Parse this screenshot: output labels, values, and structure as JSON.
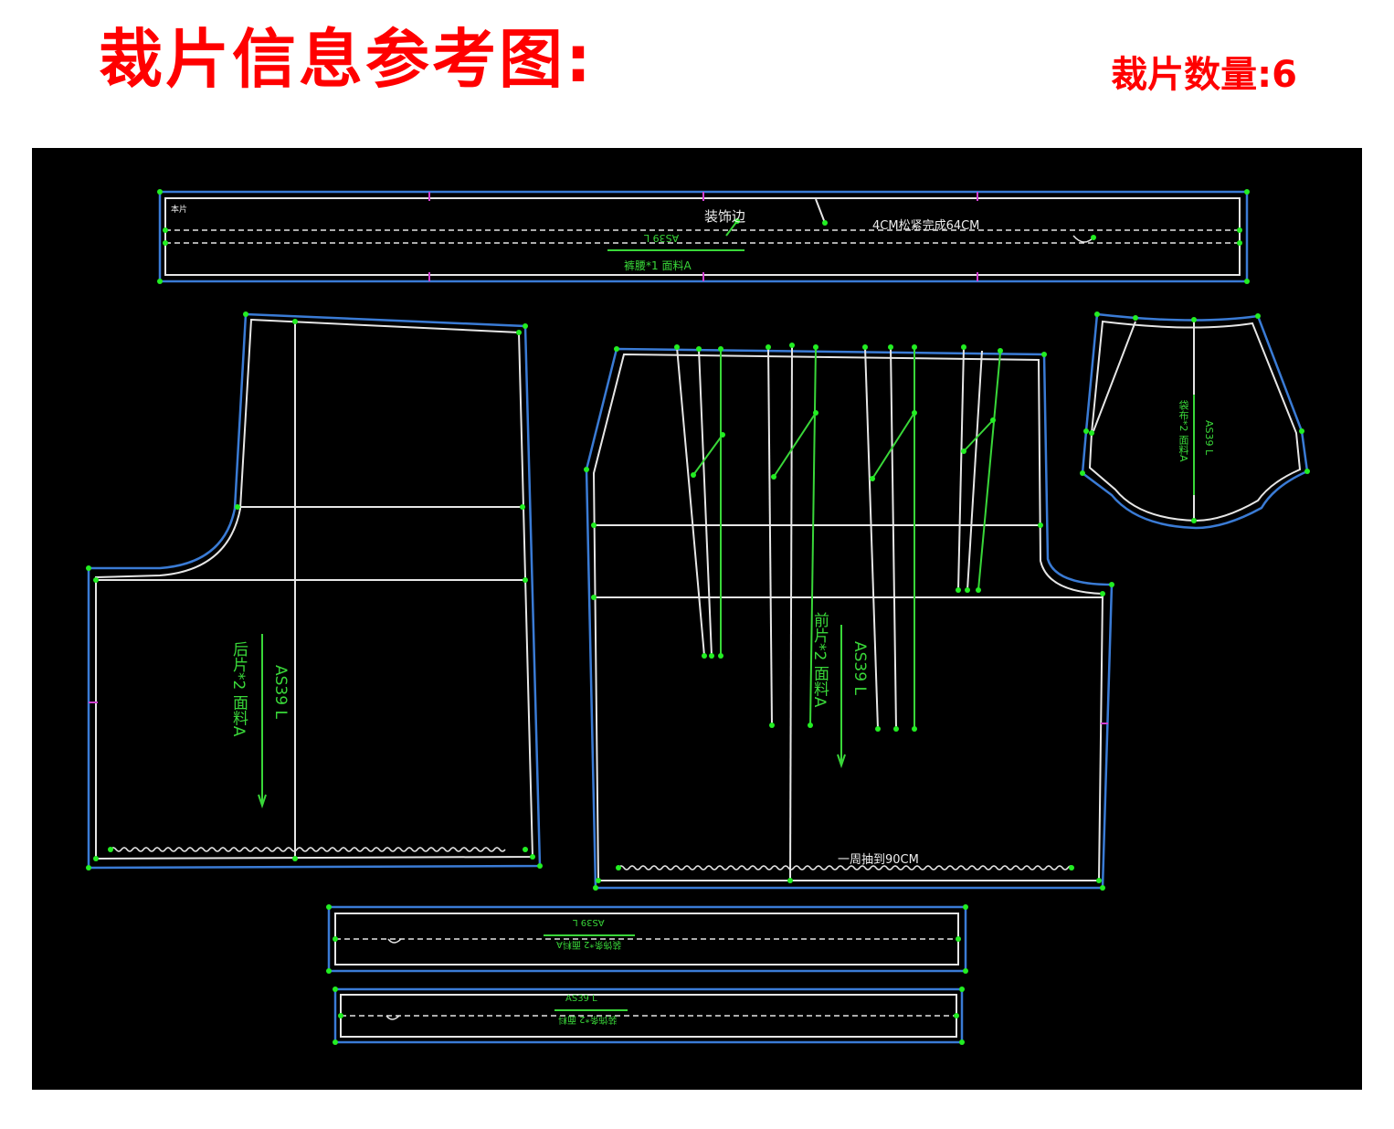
{
  "header": {
    "title": "裁片信息参考图:",
    "piece_count_label": "裁片数量:",
    "piece_count_value": "6"
  },
  "colors": {
    "title": "#ff0000",
    "canvas_bg": "#000000",
    "cut_line": "#3a7bd5",
    "sew_line": "#e6e6e6",
    "grain_text": "#39d739",
    "notch": "#d040d0"
  },
  "pieces": {
    "waistband": {
      "decor_label": "装饰边",
      "finish_note": "4CM松紧完成64CM",
      "size_label": "AS39 L",
      "name_label": "裤腰*1 面料A",
      "corner_mark": "本片"
    },
    "back": {
      "name_label": "后片*2 面料A",
      "size_label": "AS39 L"
    },
    "front": {
      "name_label": "前片*2 面料A",
      "size_label": "AS39 L",
      "gather_note": "一周抽到90CM"
    },
    "pocket": {
      "name_label": "袋布*2 面料A",
      "size_label": "AS39 L"
    },
    "strip_1": {
      "size_label": "AS39 L",
      "name_label": "装饰条*2 面料A"
    },
    "strip_2": {
      "size_label": "AS39 L",
      "name_label": "装饰条*2 面料"
    }
  }
}
